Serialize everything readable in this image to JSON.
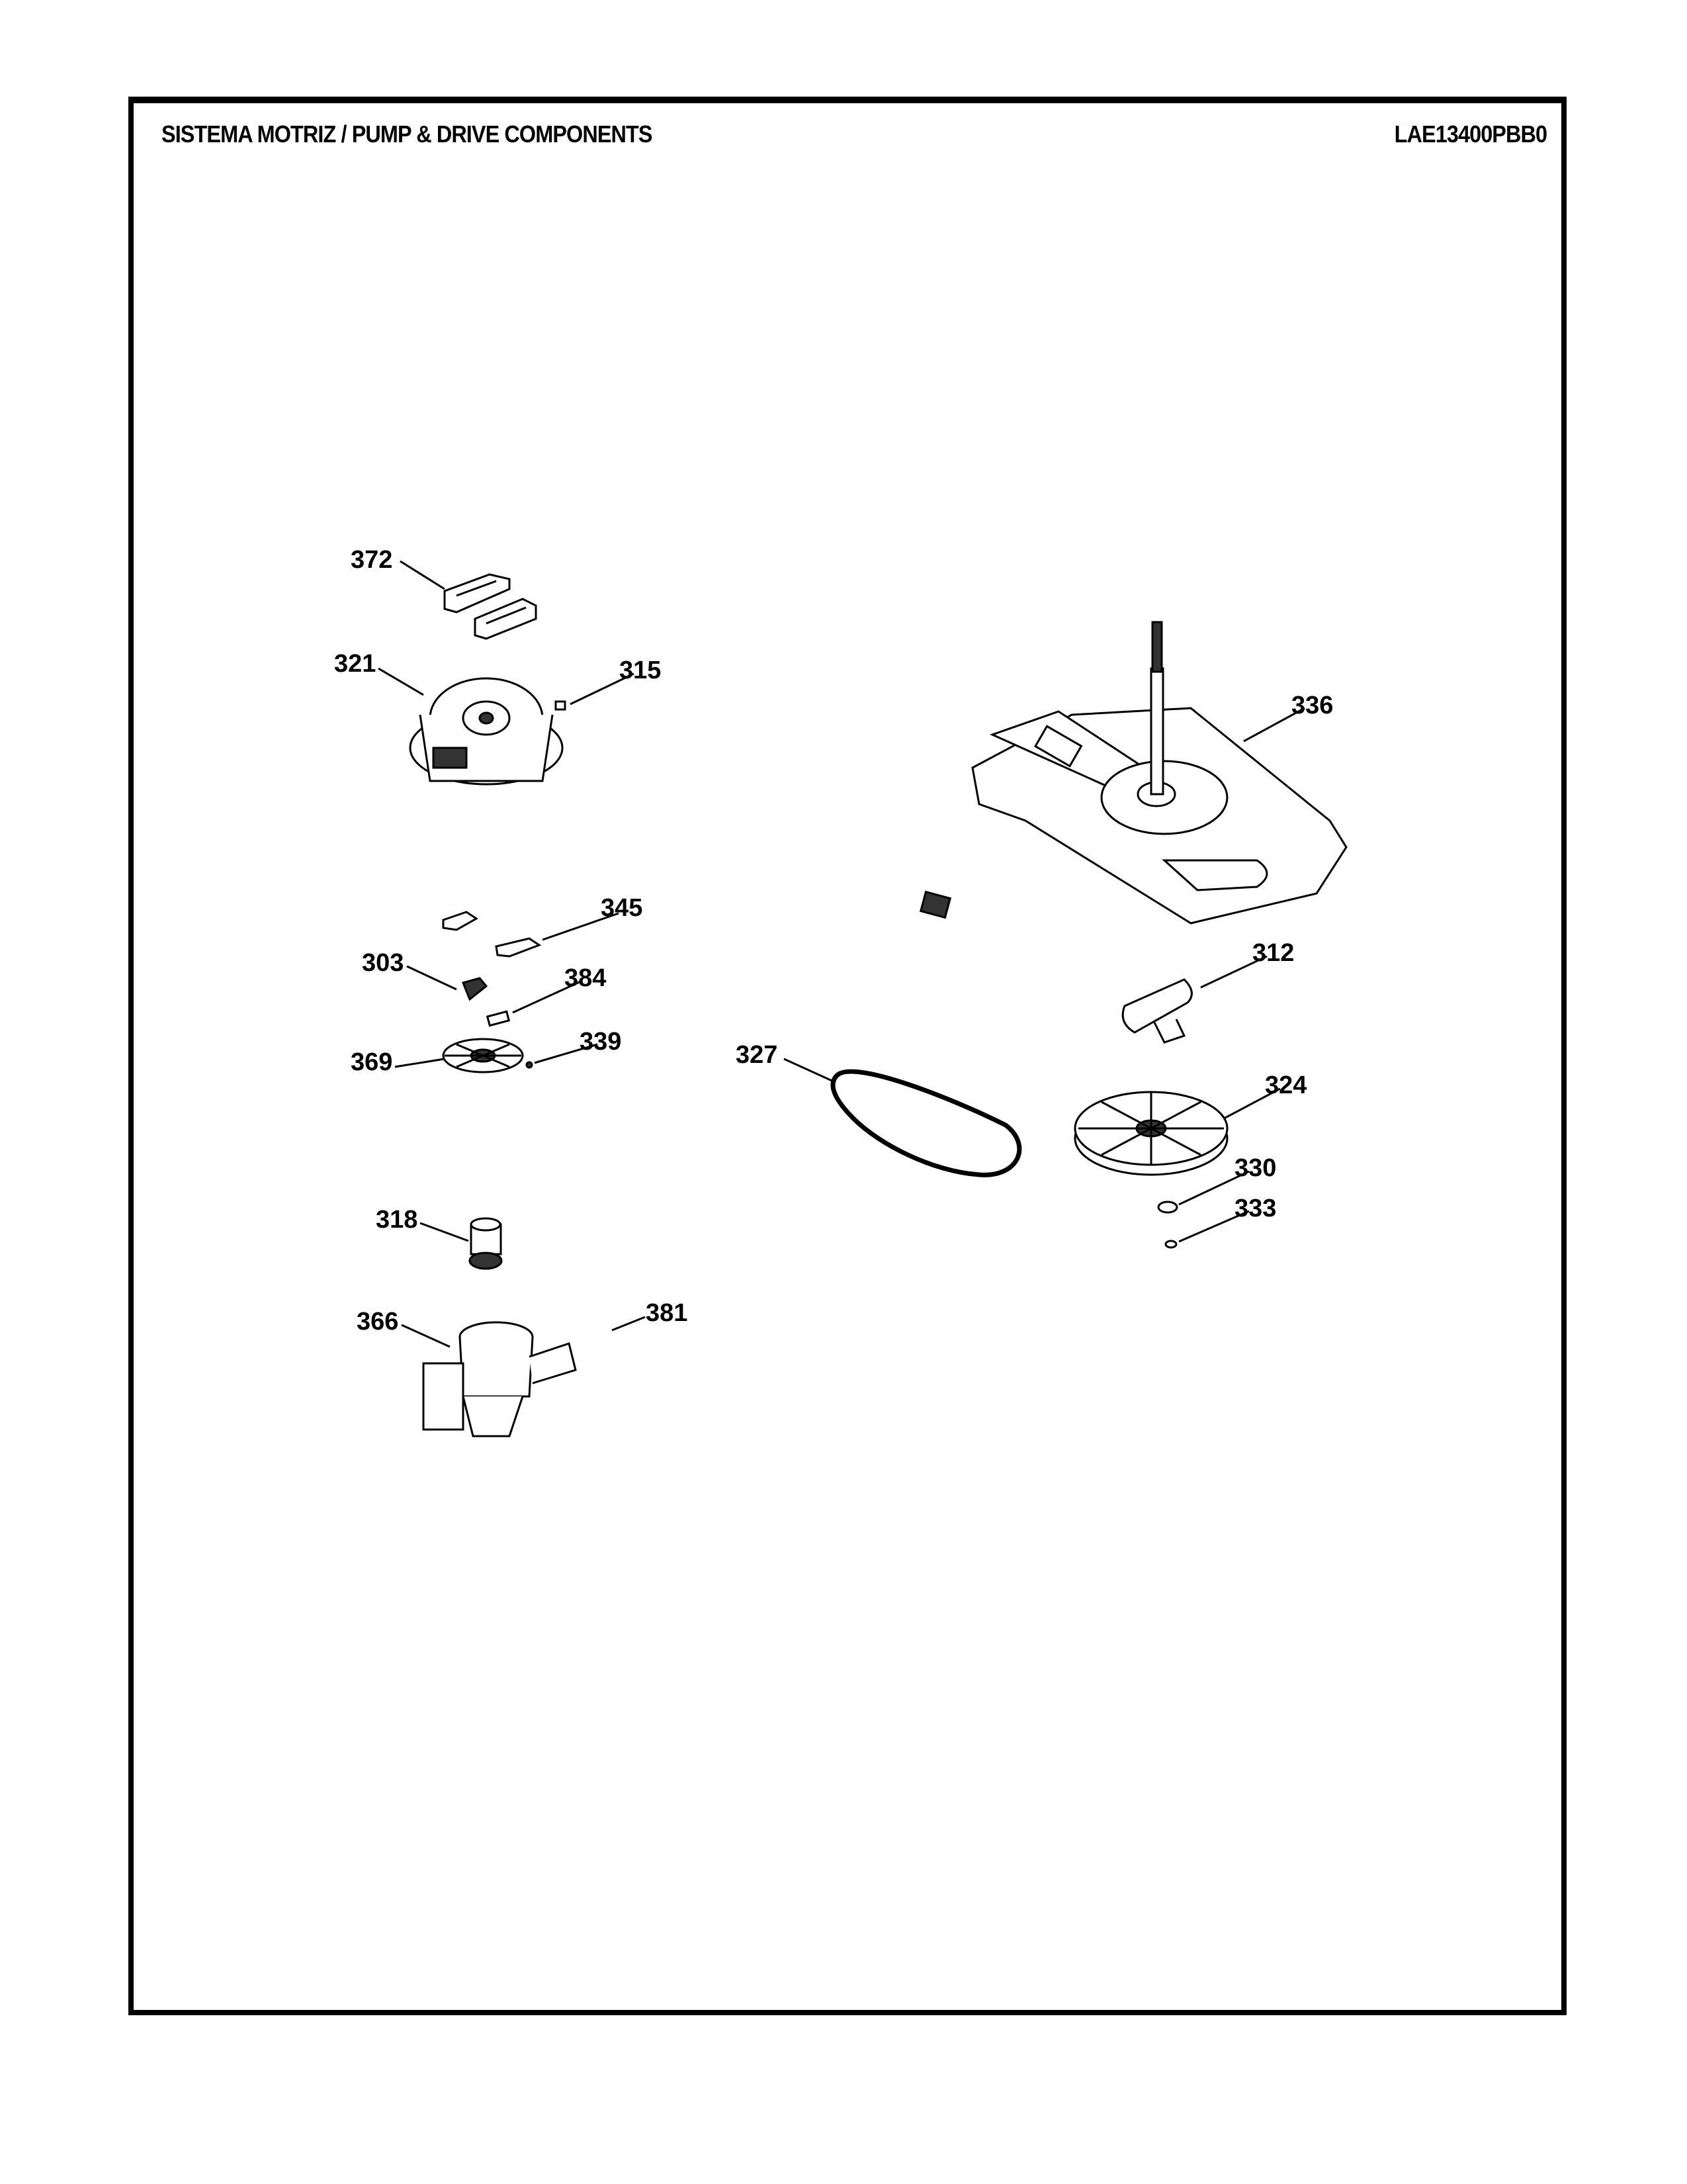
{
  "header": {
    "title": "SISTEMA MOTRIZ / PUMP  &  DRIVE COMPONENTS",
    "model": "LAE13400PBB0"
  },
  "callouts": {
    "p372": "372",
    "p321": "321",
    "p315": "315",
    "p336": "336",
    "p345": "345",
    "p303": "303",
    "p384": "384",
    "p312": "312",
    "p369": "369",
    "p339": "339",
    "p327": "327",
    "p324": "324",
    "p330": "330",
    "p333": "333",
    "p318": "318",
    "p366": "366",
    "p381": "381"
  }
}
